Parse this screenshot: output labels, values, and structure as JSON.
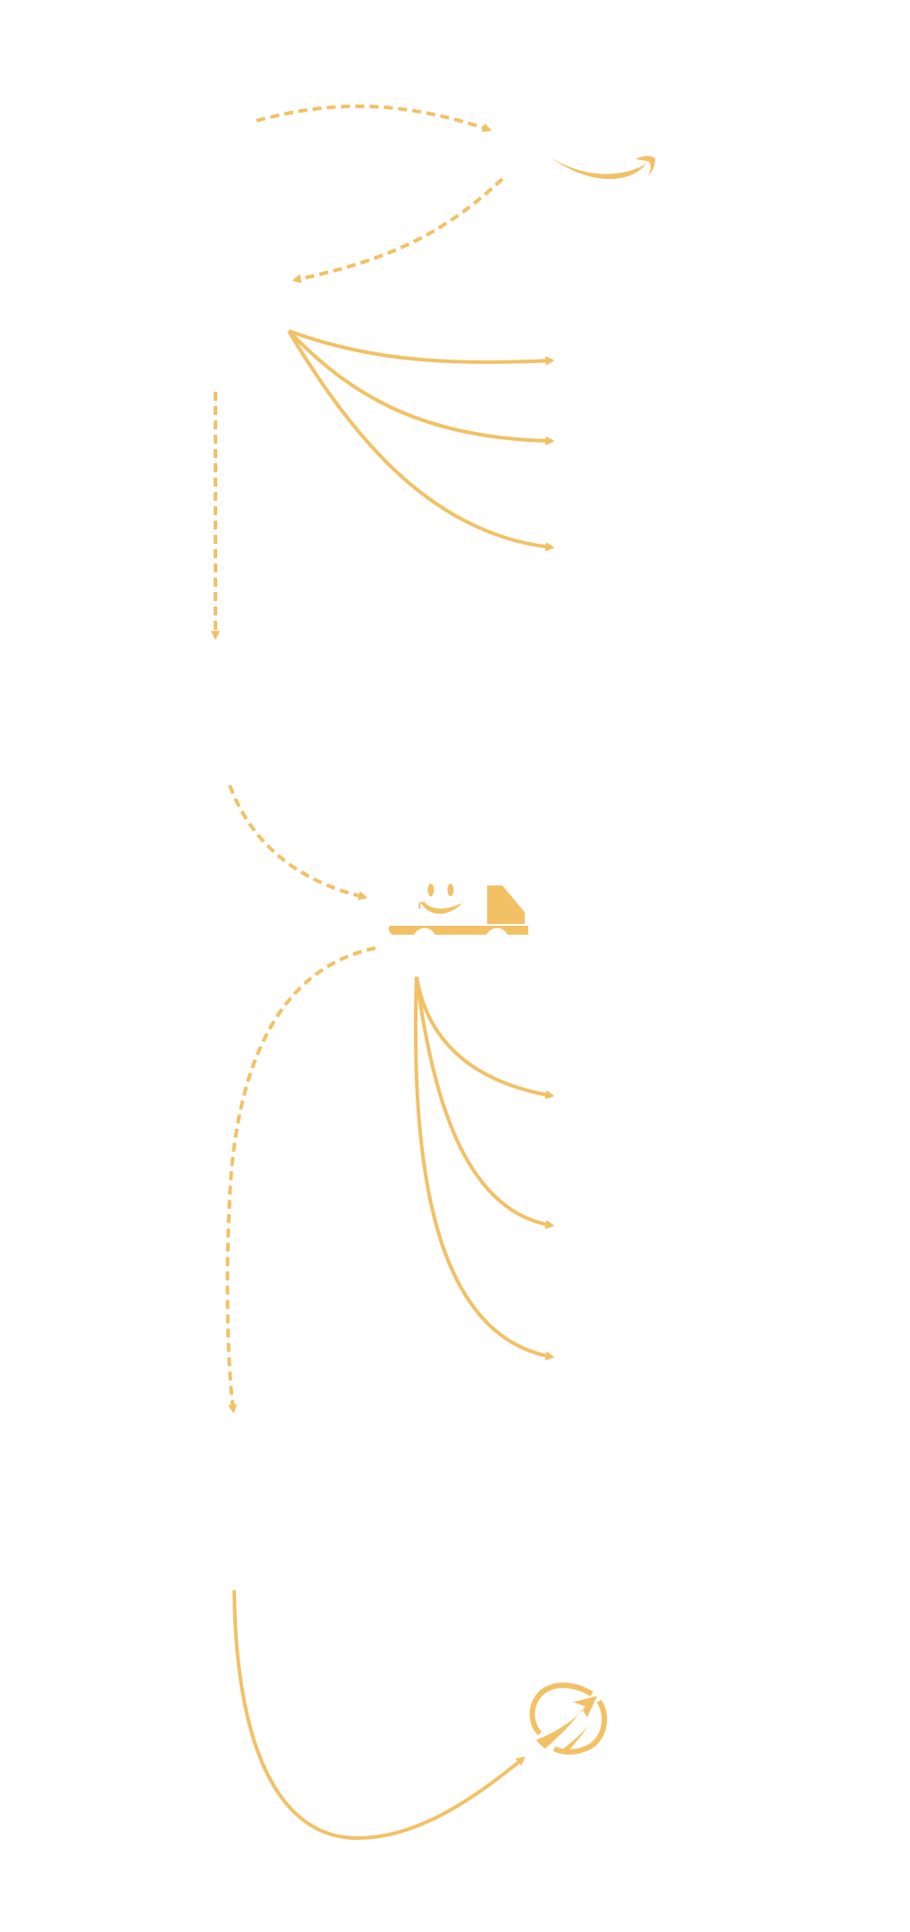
{
  "diagram": {
    "stroke_color": "#f2c165",
    "icons": [
      "amazon-smile-logo-icon",
      "smiling-delivery-truck-icon",
      "circular-arrow-emblem-icon"
    ],
    "arrows": [
      {
        "name": "flow-arrow-to-amazon",
        "style": "dashed"
      },
      {
        "name": "flow-arrow-from-amazon",
        "style": "dashed"
      },
      {
        "name": "branch-arrow-1",
        "style": "solid"
      },
      {
        "name": "branch-arrow-2",
        "style": "solid"
      },
      {
        "name": "branch-arrow-3",
        "style": "solid"
      },
      {
        "name": "flow-arrow-down-1",
        "style": "dashed"
      },
      {
        "name": "flow-arrow-to-truck",
        "style": "dashed"
      },
      {
        "name": "flow-arrow-from-truck",
        "style": "dashed"
      },
      {
        "name": "truck-branch-arrow-1",
        "style": "solid"
      },
      {
        "name": "truck-branch-arrow-2",
        "style": "solid"
      },
      {
        "name": "truck-branch-arrow-3",
        "style": "solid"
      },
      {
        "name": "flow-arrow-to-emblem",
        "style": "solid"
      }
    ]
  }
}
